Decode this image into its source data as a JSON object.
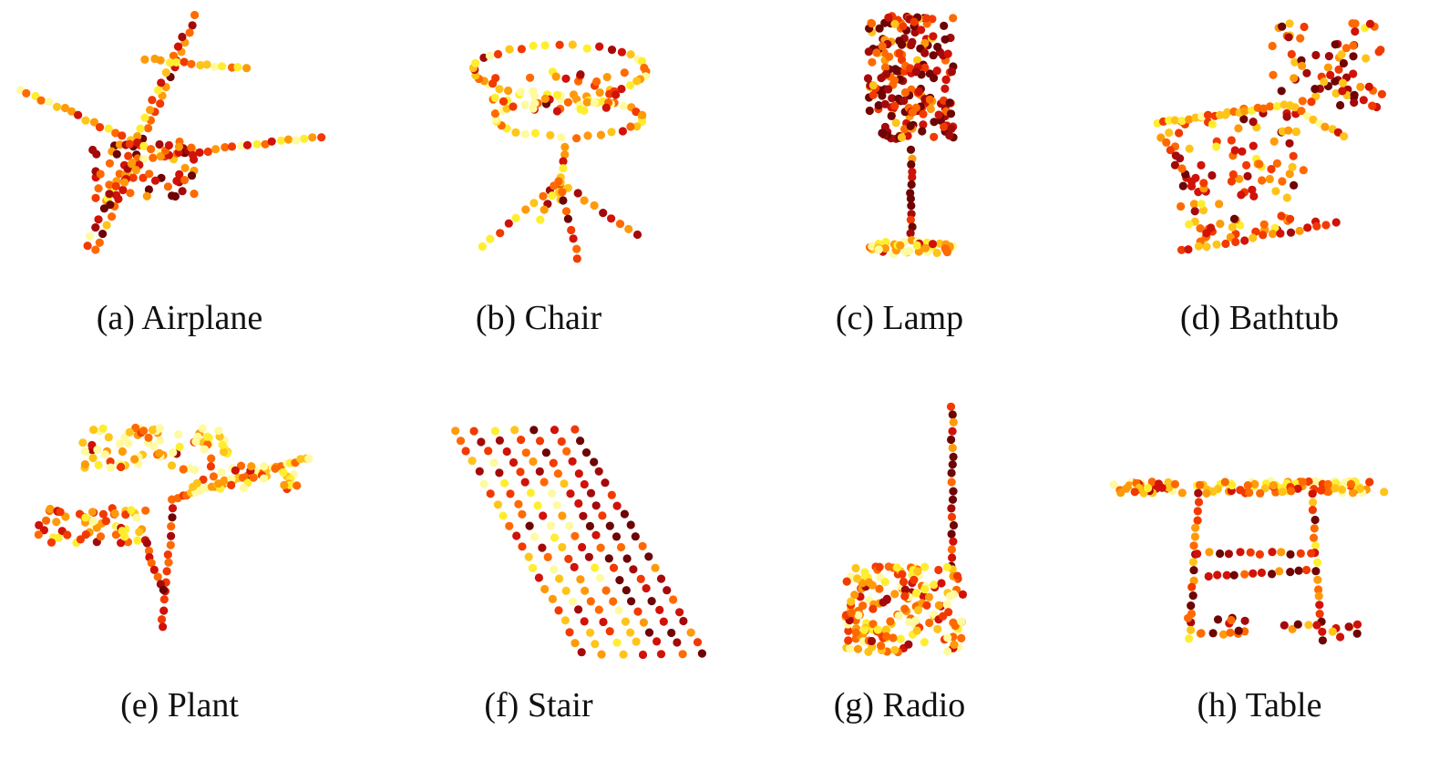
{
  "figure": {
    "panels": [
      {
        "id": "airplane",
        "letter": "(a)",
        "name": "Airplane",
        "caption": "(a) Airplane"
      },
      {
        "id": "chair",
        "letter": "(b)",
        "name": "Chair",
        "caption": "(b) Chair"
      },
      {
        "id": "lamp",
        "letter": "(c)",
        "name": "Lamp",
        "caption": "(c) Lamp"
      },
      {
        "id": "bathtub",
        "letter": "(d)",
        "name": "Bathtub",
        "caption": "(d) Bathtub"
      },
      {
        "id": "plant",
        "letter": "(e)",
        "name": "Plant",
        "caption": "(e) Plant"
      },
      {
        "id": "stair",
        "letter": "(f)",
        "name": "Stair",
        "caption": "(f) Stair"
      },
      {
        "id": "radio",
        "letter": "(g)",
        "name": "Radio",
        "caption": "(g) Radio"
      },
      {
        "id": "table",
        "letter": "(h)",
        "name": "Table",
        "caption": "(h) Table"
      }
    ],
    "colormap": [
      "#fffaa0",
      "#ffee30",
      "#ffc41a",
      "#ff9a0a",
      "#ff6a00",
      "#f23a00",
      "#d01208",
      "#a40a0a",
      "#6e0404",
      "#1a0000"
    ]
  }
}
